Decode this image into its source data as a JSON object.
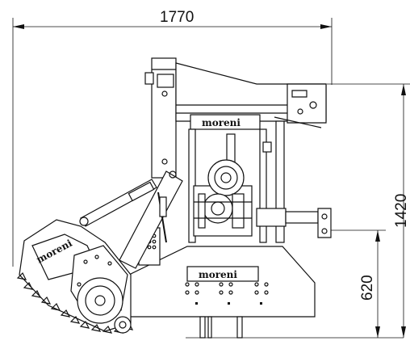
{
  "dimensions": {
    "width_label": "1770",
    "height_label": "1420",
    "lower_height_label": "620"
  },
  "branding": {
    "logo_text": "moreni"
  }
}
